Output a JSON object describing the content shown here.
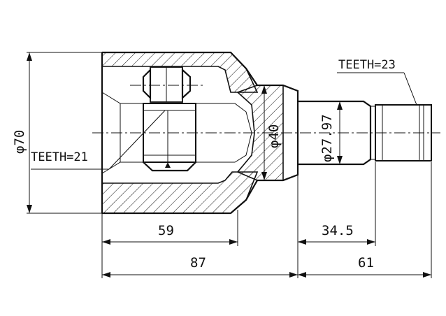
{
  "labels": {
    "outer_diameter": "φ70",
    "housing_diameter": "φ40",
    "shaft_diameter": "φ27.97",
    "inner_teeth": "TEETH=21",
    "outer_teeth": "TEETH=23",
    "dim_59": "59",
    "dim_87": "87",
    "dim_34_5": "34.5",
    "dim_61": "61"
  }
}
